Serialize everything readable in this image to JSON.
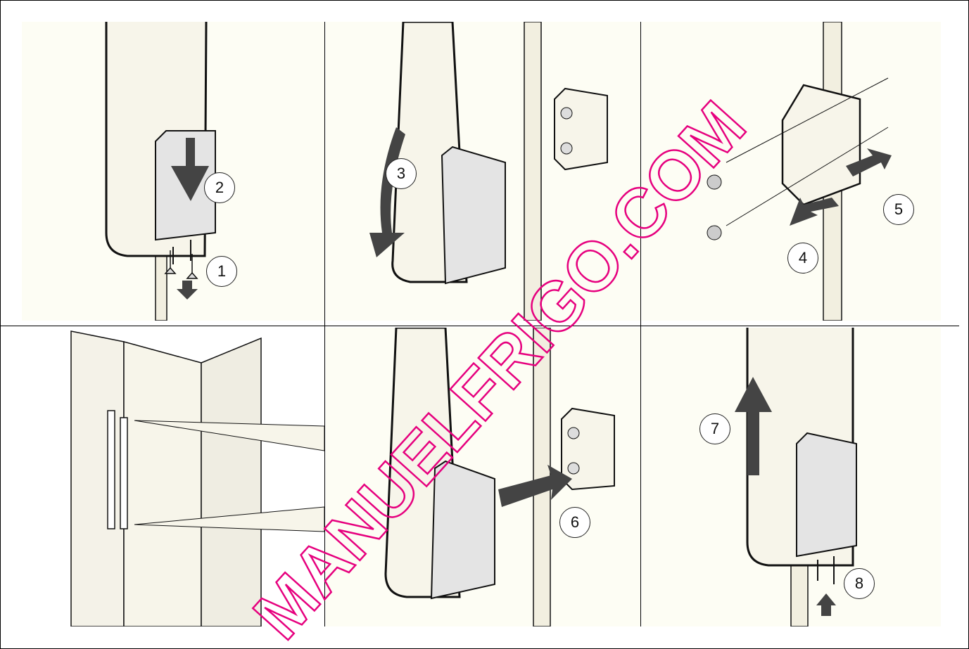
{
  "steps": {
    "s1": "1",
    "s2": "2",
    "s3": "3",
    "s4": "4",
    "s5": "5",
    "s6": "6",
    "s7": "7",
    "s8": "8"
  },
  "watermark": {
    "text": "MANUELFRIGO.COM",
    "color": "#e6007e"
  },
  "colors": {
    "cream": "#f7f5ea",
    "panel_tint": "#fdfdf4",
    "arrow": "#444444",
    "block": "#e4e4e4",
    "line": "#111111"
  }
}
